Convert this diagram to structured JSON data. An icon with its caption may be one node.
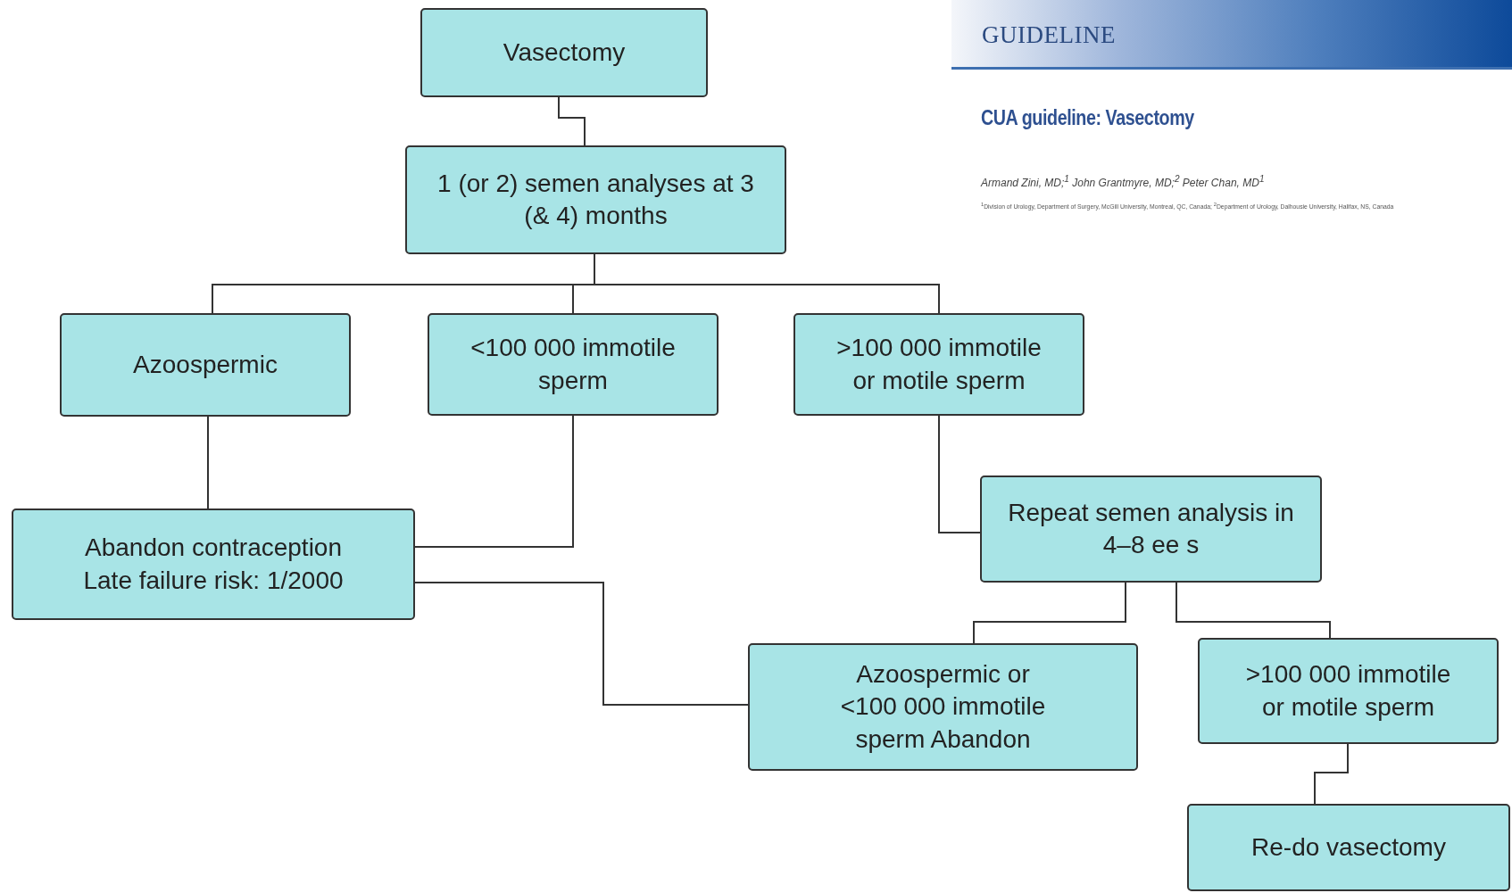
{
  "diagram": {
    "nodes": [
      {
        "text": [
          "Vasectomy"
        ]
      },
      {
        "text": [
          "1 (or 2) semen analyses at 3 (& 4) months"
        ]
      },
      {
        "text": [
          "Azoospermic"
        ]
      },
      {
        "text": [
          "<100 000 immotile sperm"
        ]
      },
      {
        "text": [
          ">100 000 immotile or motile sperm"
        ]
      },
      {
        "text": [
          "Abandon contraception",
          "Late failure risk: 1/2000"
        ]
      },
      {
        "text": [
          "Repeat semen analysis in 4–8 ee s"
        ]
      },
      {
        "text": [
          "Azoospermic or <100 000 immotile sperm Abandon"
        ]
      },
      {
        "text": [
          ">100 000 immotile or motile sperm"
        ]
      },
      {
        "text": [
          "Re-do vasectomy"
        ]
      }
    ],
    "edges": [
      {
        "from": 0,
        "to": 1,
        "arrow": "none"
      },
      {
        "from": 1,
        "to": 2,
        "arrow": "none"
      },
      {
        "from": 1,
        "to": 3,
        "arrow": "none"
      },
      {
        "from": 1,
        "to": 4,
        "arrow": "none"
      },
      {
        "from": 2,
        "to": 5,
        "arrow": "none"
      },
      {
        "from": 3,
        "to": 5,
        "arrow": "none"
      },
      {
        "from": 4,
        "to": 6,
        "arrow": "none"
      },
      {
        "from": 7,
        "to": 5,
        "arrow": "none"
      },
      {
        "from": 6,
        "to": 7,
        "arrow": "none"
      },
      {
        "from": 6,
        "to": 8,
        "arrow": "none"
      },
      {
        "from": 8,
        "to": 9,
        "arrow": "none"
      }
    ],
    "labels": [
      "GUIDELINE",
      "CUA guideline: Vasectomy",
      "Armand Zini, MD;$^{1}$ John Grantmyre, MD;$^{2}$ Peter Chan, MD$^{1}$",
      "$^{1}$Division of Urology, Department of Surgery, McGill University, Montreal, QC, Canada; $^{2}$Department of Urology, Dalhousie University, Halifax, NS, Canada"
    ]
  }
}
